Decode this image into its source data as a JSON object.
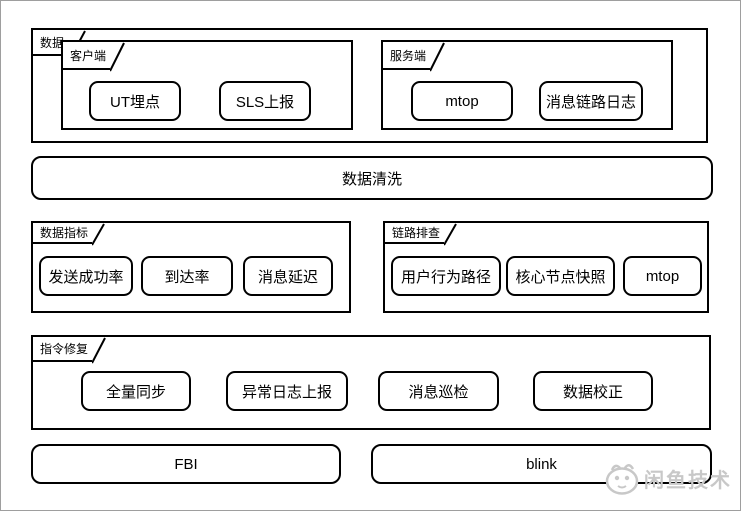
{
  "diagram": {
    "collection": {
      "tab": "数据",
      "client": {
        "tab": "客户端",
        "nodes": [
          "UT埋点",
          "SLS上报"
        ]
      },
      "server": {
        "tab": "服务端",
        "nodes": [
          "mtop",
          "消息链路日志"
        ]
      }
    },
    "cleaning": {
      "label": "数据清洗"
    },
    "metrics": {
      "tab": "数据指标",
      "nodes": [
        "发送成功率",
        "到达率",
        "消息延迟"
      ]
    },
    "trace": {
      "tab": "链路排查",
      "nodes": [
        "用户行为路径",
        "核心节点快照",
        "mtop"
      ]
    },
    "repair": {
      "tab": "指令修复",
      "nodes": [
        "全量同步",
        "异常日志上报",
        "消息巡检",
        "数据校正"
      ]
    },
    "outputs": {
      "fbi": "FBI",
      "blink": "blink"
    }
  },
  "watermark": {
    "text": "闲鱼技术",
    "icon": "fish-logo-icon"
  },
  "colors": {
    "line": "#000000",
    "background": "#ffffff",
    "page_border": "#9e9e9e",
    "watermark": "#c8c8c8"
  }
}
